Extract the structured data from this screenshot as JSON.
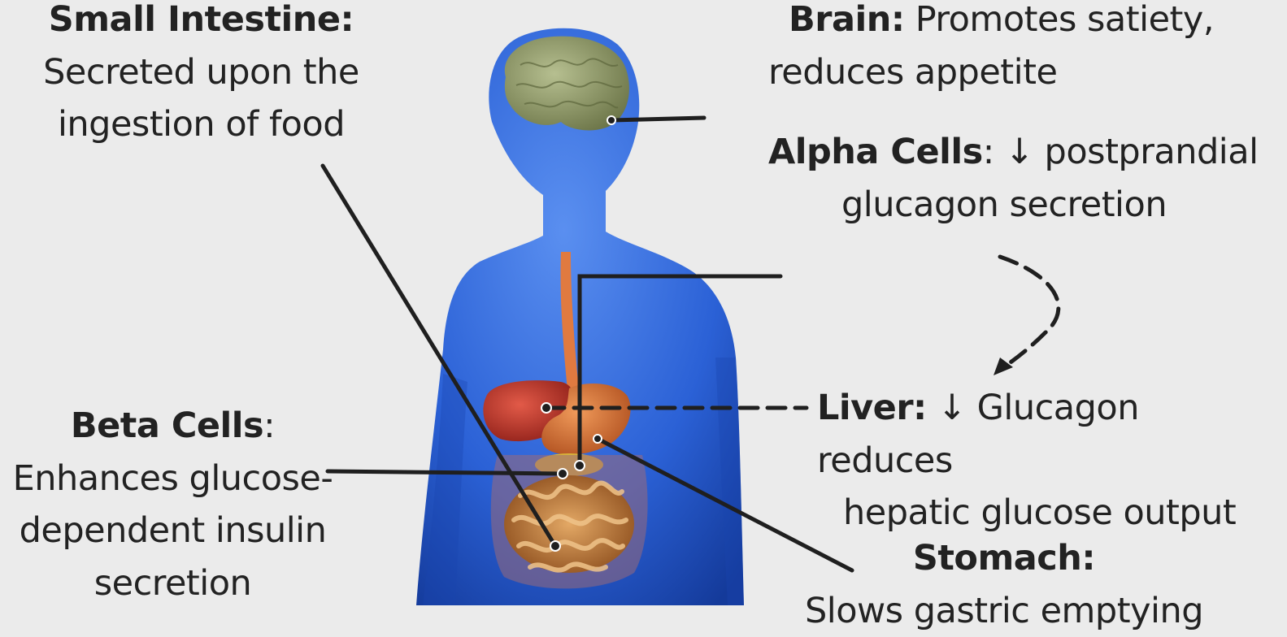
{
  "small_intestine": {
    "title": "Small Intestine:",
    "line1": "Secreted upon the",
    "line2": "ingestion of food"
  },
  "brain": {
    "title": "Brain:",
    "text1": " Promotes satiety,",
    "line2": "reduces appetite"
  },
  "alpha": {
    "title": "Alpha Cells",
    "sep": ": ",
    "arrow": "↓",
    "text1": " postprandial",
    "line2": "glucagon secretion"
  },
  "liver": {
    "title": "Liver:",
    "arrow": " ↓",
    "text1": " Glucagon reduces",
    "line2": "hepatic glucose output"
  },
  "beta": {
    "title": "Beta Cells",
    "sep": ":",
    "line1": "Enhances glucose-",
    "line2": "dependent insulin",
    "line3": "secretion"
  },
  "stomach": {
    "title": "Stomach:",
    "line1": "Slows gastric emptying"
  },
  "colors": {
    "background": "#ebebeb",
    "body": "#2a63d8",
    "brain": "#8f9a6a",
    "liver": "#c43a2e",
    "stomach": "#d9743a",
    "intestine": "#c9803c",
    "pancreas": "#d7b23a",
    "line": "#1f1f1f"
  }
}
